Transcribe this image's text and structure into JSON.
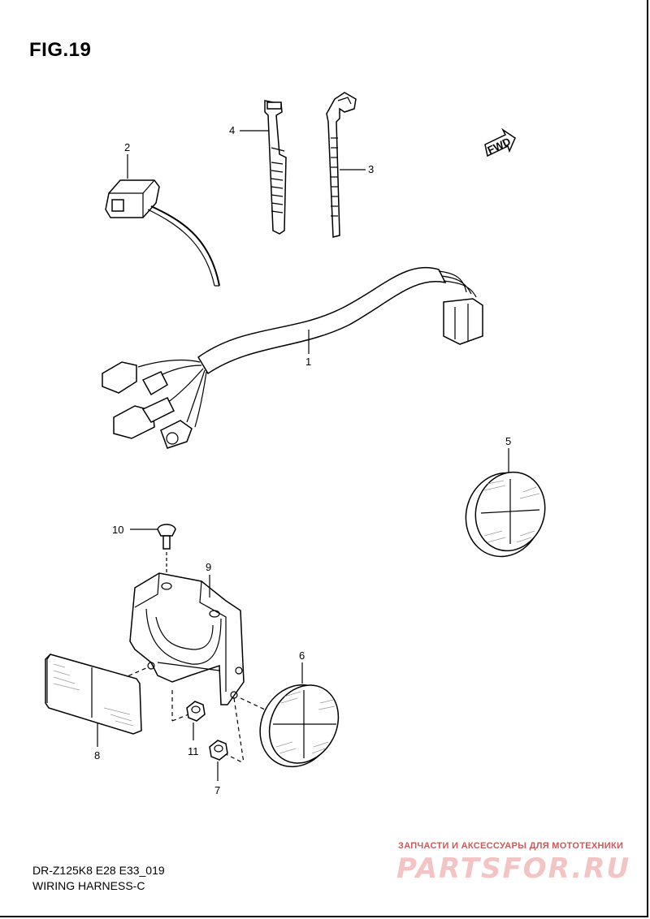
{
  "figure": {
    "title": "FIG.19"
  },
  "direction_arrow": {
    "label": "FWD"
  },
  "parts": [
    {
      "id": "1",
      "label": "1"
    },
    {
      "id": "2",
      "label": "2"
    },
    {
      "id": "3",
      "label": "3"
    },
    {
      "id": "4",
      "label": "4"
    },
    {
      "id": "5",
      "label": "5"
    },
    {
      "id": "6",
      "label": "6"
    },
    {
      "id": "7",
      "label": "7"
    },
    {
      "id": "8",
      "label": "8"
    },
    {
      "id": "9",
      "label": "9"
    },
    {
      "id": "10",
      "label": "10"
    },
    {
      "id": "11",
      "label": "11"
    }
  ],
  "footer": {
    "model_code": "DR-Z125K8 E28 E33_019",
    "section_name": "WIRING HARNESS-C"
  },
  "watermark": {
    "tagline": "ЗАПЧАСТИ И АКСЕССУАРЫ ДЛЯ МОТОТЕХНИКИ",
    "logo": "PARTSFOR.RU"
  }
}
